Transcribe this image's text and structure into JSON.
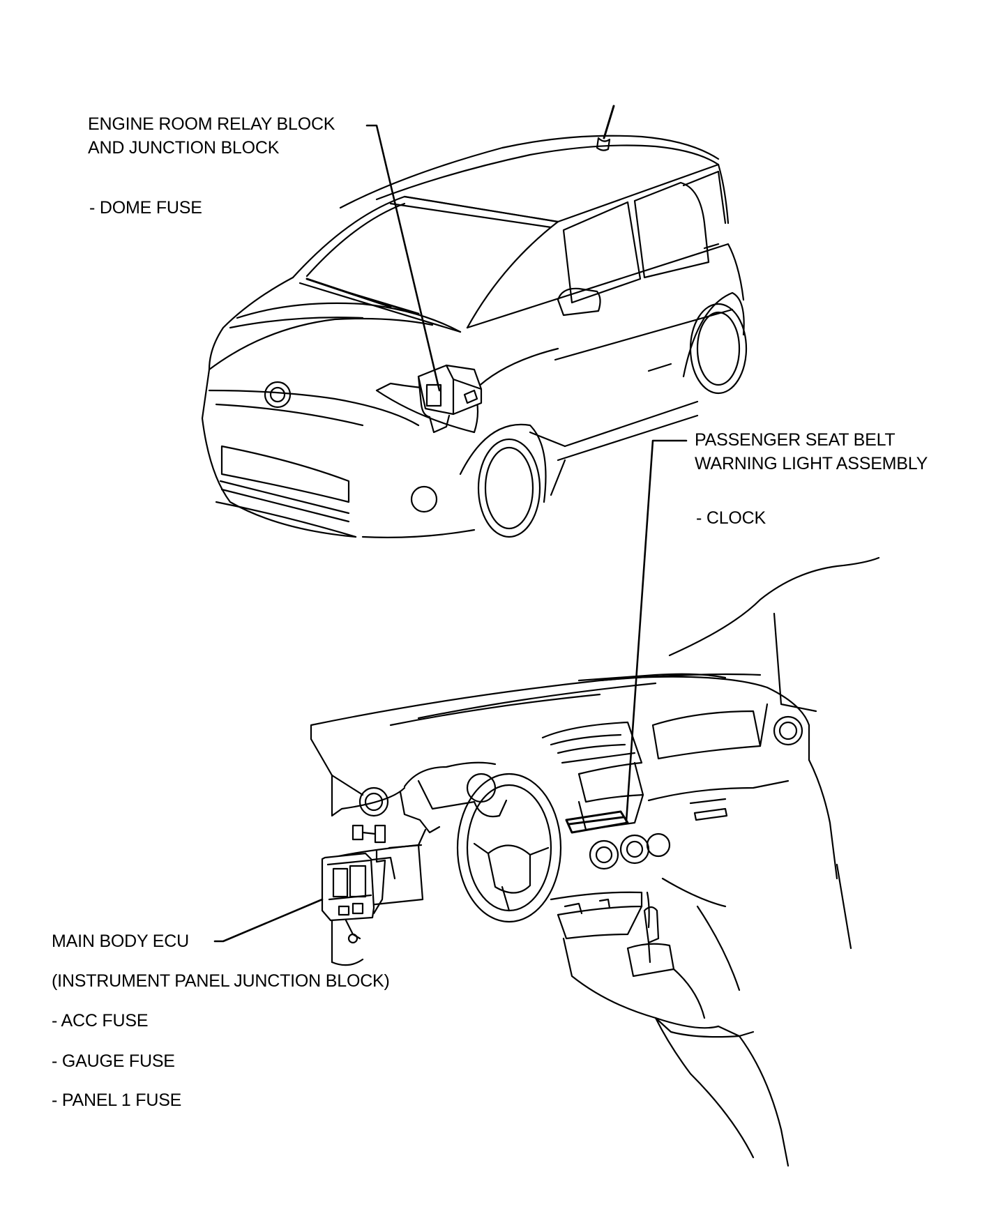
{
  "labels": {
    "engine_room": {
      "line1": "ENGINE ROOM RELAY BLOCK",
      "line2": "AND JUNCTION BLOCK",
      "fuse": "- DOME FUSE"
    },
    "passenger_seat_belt": {
      "line1": "PASSENGER SEAT BELT",
      "line2": "WARNING LIGHT ASSEMBLY",
      "fuse": "- CLOCK"
    },
    "main_body_ecu": {
      "line1": "MAIN BODY ECU",
      "line2": "(INSTRUMENT PANEL JUNCTION BLOCK)",
      "fuses": [
        "- ACC FUSE",
        "- GAUGE FUSE",
        "- PANEL 1 FUSE"
      ]
    }
  }
}
